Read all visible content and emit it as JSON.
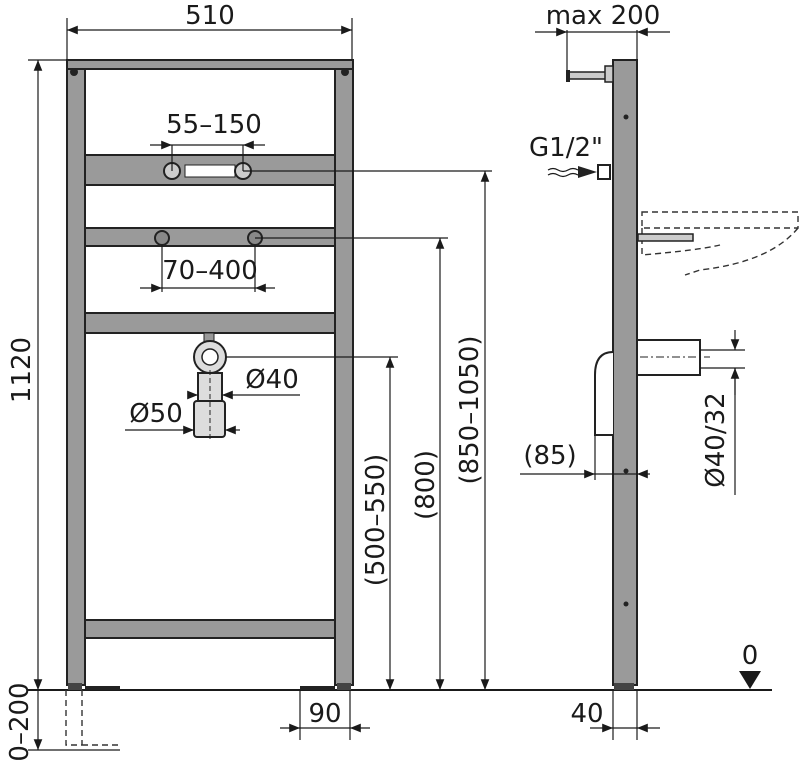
{
  "front_view": {
    "width_label": "510",
    "height_label": "1120",
    "adjust_label": "0–200",
    "tap_spacing_label": "55–150",
    "anchor_spacing_label": "70–400",
    "outlet_diameter_label": "Ø40",
    "drain_diameter_label": "Ø50",
    "drain_height_label": "(500–550)",
    "anchor_height_label": "(800)",
    "tap_height_label": "(850–1050)",
    "foot_width_label": "90"
  },
  "side_view": {
    "depth_label": "max 200",
    "connection_label": "G1/2\"",
    "drain_diameter_label": "Ø40/32",
    "drain_offset_label": "(85)",
    "floor_label": "0",
    "frame_depth_label": "40"
  },
  "colors": {
    "steel": "#9a9a9a",
    "line": "#1a1a1a"
  }
}
